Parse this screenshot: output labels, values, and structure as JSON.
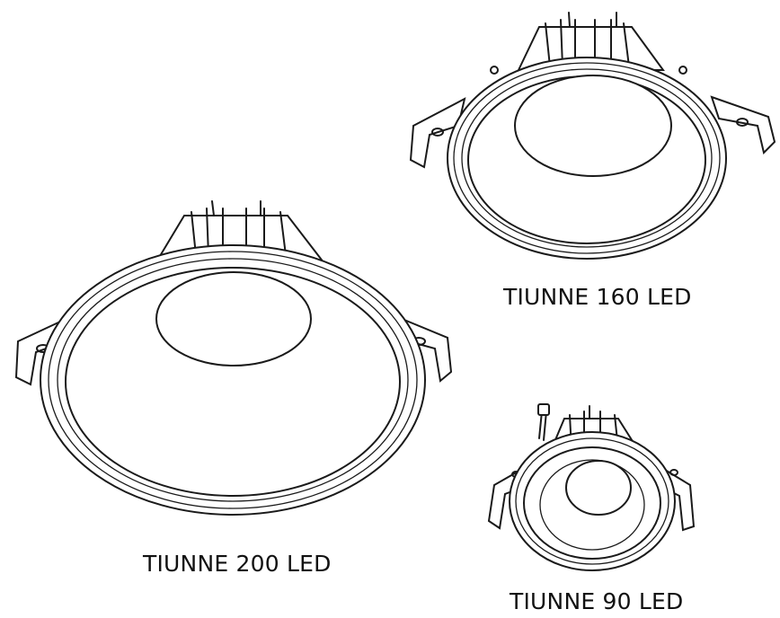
{
  "products": [
    {
      "id": "160",
      "label": "TIUNNE 160 LED"
    },
    {
      "id": "200",
      "label": "TIUNNE 200 LED"
    },
    {
      "id": "90",
      "label": "TIUNNE 90 LED"
    }
  ],
  "colors": {
    "line": "#1a1a1a",
    "background": "#ffffff"
  }
}
